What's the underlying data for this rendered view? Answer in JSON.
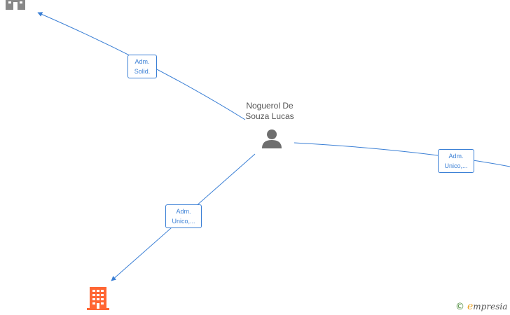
{
  "person": {
    "name_line1": "Noguerol De",
    "name_line2": "Souza Lucas",
    "icon": "person-icon"
  },
  "edges": [
    {
      "line1": "Adm.",
      "line2": "Solid."
    },
    {
      "line1": "Adm.",
      "line2": "Unico,..."
    },
    {
      "line1": "Adm.",
      "line2": "Unico,..."
    }
  ],
  "companies": [
    {
      "icon": "building-icon",
      "color": "#888888"
    },
    {
      "icon": "building-icon",
      "color": "#ff6633"
    }
  ],
  "colors": {
    "edge": "#3a7fd5"
  },
  "brand": {
    "copyright": "©",
    "initial": "e",
    "rest": "mpresia"
  }
}
